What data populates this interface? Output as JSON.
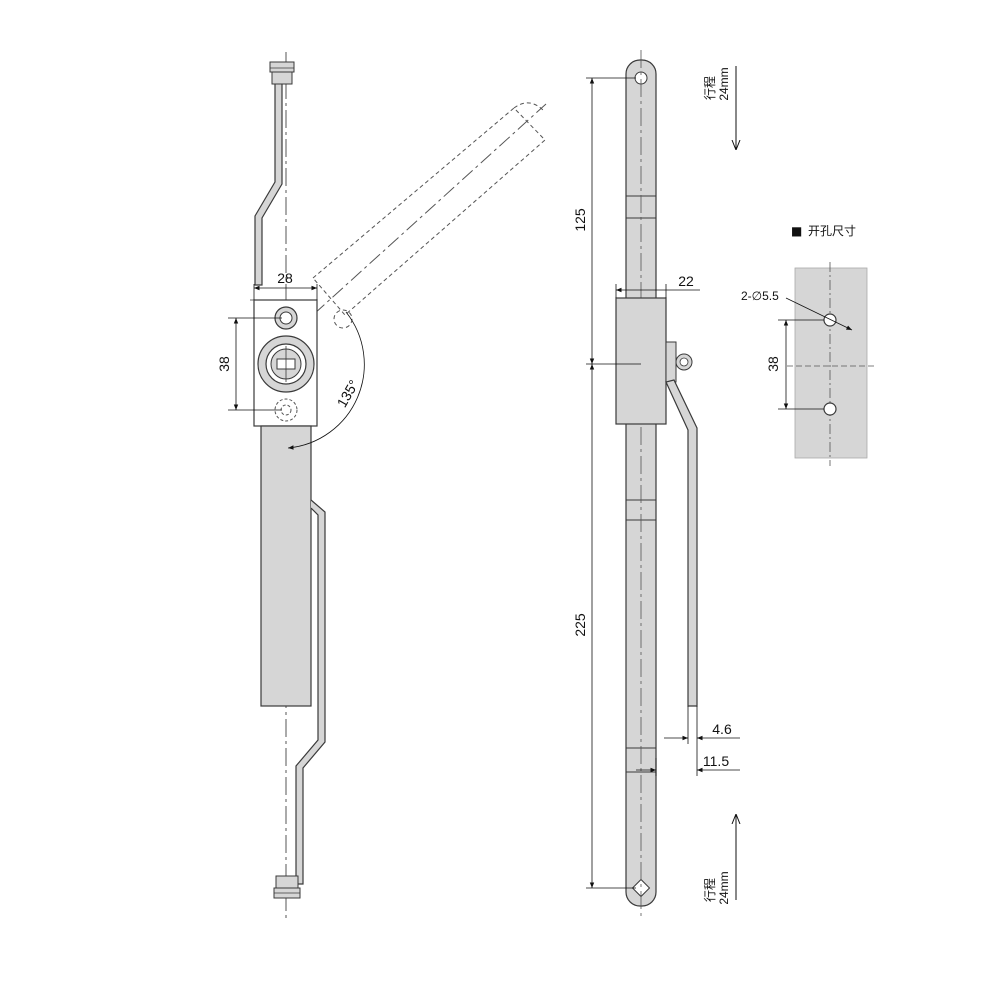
{
  "colors": {
    "part_fill": "#d6d6d6",
    "line": "#3a3a3a",
    "dash": "#555555",
    "background": "#ffffff"
  },
  "front_view": {
    "dim_width": "28",
    "dim_hole_spacing": "38",
    "dim_angle": "135°"
  },
  "side_view": {
    "dim_upper_length": "125",
    "dim_lower_length": "225",
    "dim_thickness": "22",
    "dim_rod_thickness": "4.6",
    "dim_rod_offset": "11.5",
    "travel_top": [
      "行程",
      "24mm"
    ],
    "travel_bottom": [
      "行程",
      "24mm"
    ]
  },
  "cutout_view": {
    "title_marker": "■",
    "title": "开孔尺寸",
    "dim_holes": "2-∅5.5",
    "dim_hole_spacing": "38"
  }
}
